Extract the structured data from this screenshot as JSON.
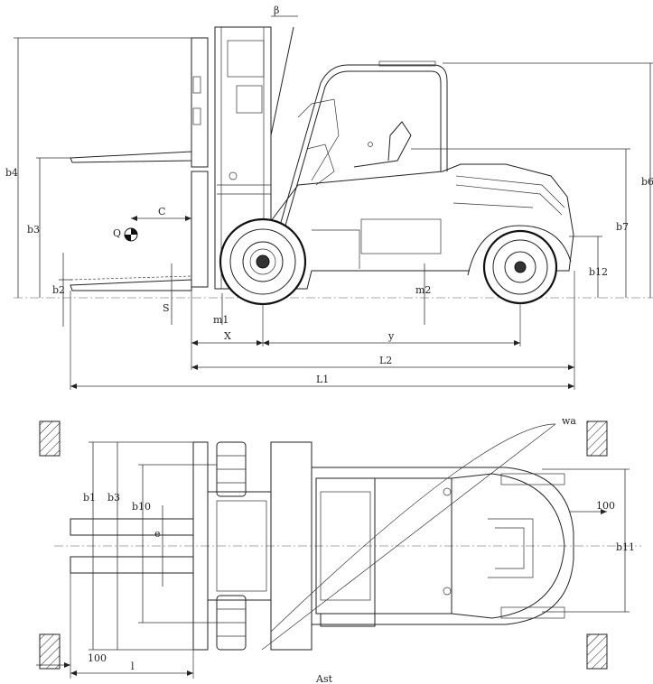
{
  "labels": {
    "b4": "b4",
    "b3_side": "b3",
    "b2": "b2",
    "b6": "b6",
    "b7": "b7",
    "b12": "b12",
    "c": "C",
    "q": "Q",
    "s": "S",
    "m1": "m1",
    "m2": "m2",
    "x": "X",
    "y": "y",
    "l2": "L2",
    "l1": "L1",
    "theta": "β",
    "wa": "wa",
    "b1": "b1",
    "b3_top": "b3",
    "b10": "b10",
    "e": "e",
    "b11": "b11",
    "dim100_right": "100",
    "dim100_left": "100",
    "l": "l",
    "ast": "Ast"
  }
}
